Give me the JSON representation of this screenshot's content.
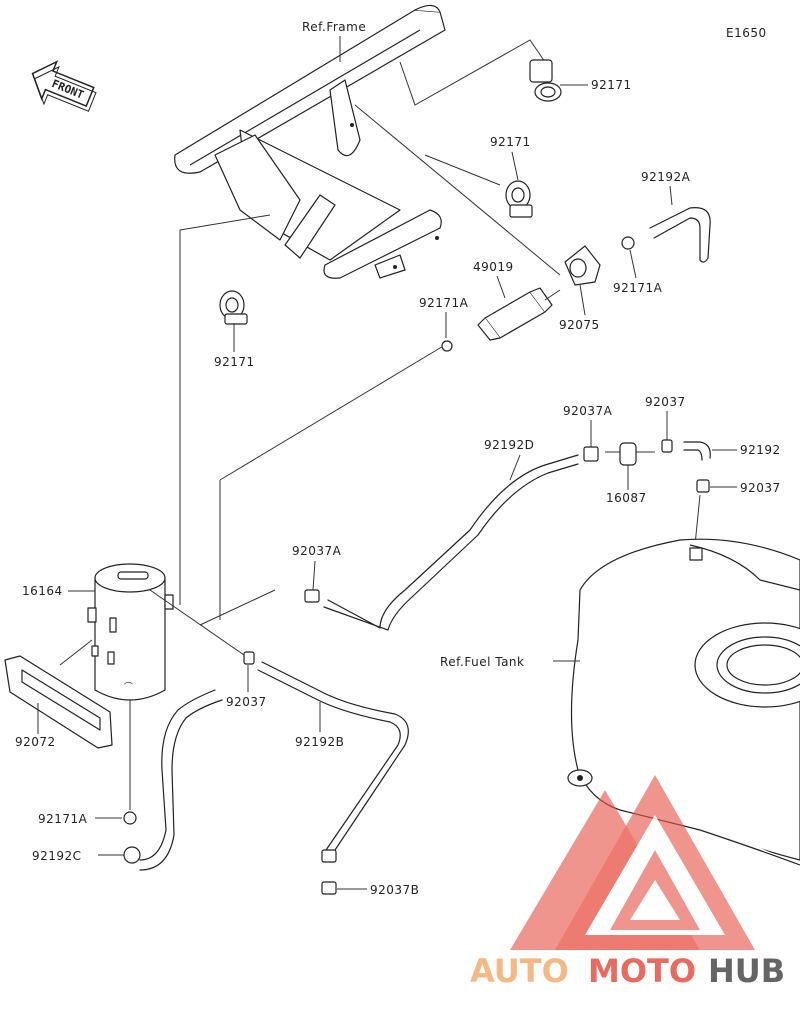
{
  "diagram_code": "E1650",
  "front_arrow": "FRONT",
  "ref_labels": {
    "frame": "Ref.Frame",
    "fuel_tank": "Ref.Fuel Tank"
  },
  "part_labels": {
    "p92171_top": "92171",
    "p92171_mid": "92171",
    "p92171_left": "92171",
    "p92192A": "92192A",
    "p49019": "49019",
    "p92171A_top": "92171A",
    "p92171A_left": "92171A",
    "p92075": "92075",
    "p92037A_top": "92037A",
    "p92037_top": "92037",
    "p92192D": "92192D",
    "p92192": "92192",
    "p92037_right": "92037",
    "p16087": "16087",
    "p92037A_mid": "92037A",
    "p16164": "16164",
    "p92037_low": "92037",
    "p92192B": "92192B",
    "p92072": "92072",
    "p92171A_low": "92171A",
    "p92192C": "92192C",
    "p92037B": "92037B"
  },
  "watermark": {
    "part1": "AUTO",
    "part2": "MOTO",
    "part3": "HUB",
    "color_light": "#f5b27a",
    "color_red": "#e85a4f",
    "color_dark": "#555555"
  }
}
